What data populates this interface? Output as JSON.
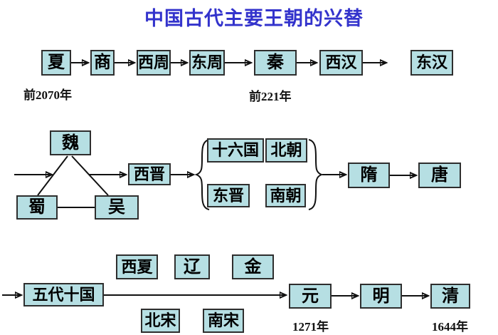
{
  "title": "中国古代主要王朝的兴替",
  "nodes": {
    "xia": "夏",
    "shang": "商",
    "xizhou": "西周",
    "dongzhou": "东周",
    "qin": "秦",
    "xihan": "西汉",
    "donghan": "东汉",
    "wei": "魏",
    "shu": "蜀",
    "wu": "吴",
    "xijin": "西晋",
    "shiliuguo": "十六国",
    "beichao": "北朝",
    "dongjin": "东晋",
    "nanchao": "南朝",
    "sui": "隋",
    "tang": "唐",
    "wudaishiguo": "五代十国",
    "xixia": "西夏",
    "liao": "辽",
    "jin": "金",
    "beisong": "北宋",
    "nansong": "南宋",
    "yuan": "元",
    "ming": "明",
    "qing": "清"
  },
  "year_labels": {
    "xia_start": "前2070年",
    "qin_start": "前221年",
    "yuan_start": "1271年",
    "qing_start": "1644年"
  },
  "colors": {
    "title_text": "#3333cc",
    "box_fill": "#b6dfe3",
    "box_border": "#2e2e2e",
    "line": "#111111",
    "background": "#ffffff"
  }
}
